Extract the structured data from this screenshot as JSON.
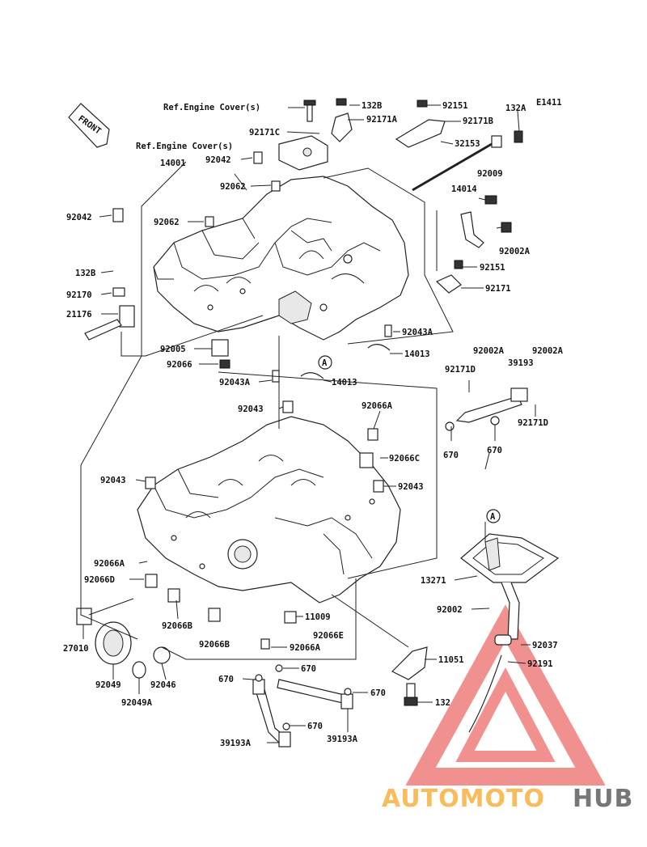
{
  "diagram": {
    "code": "E1411",
    "front_label": "FRONT",
    "ref_cover_1": "Ref.Engine Cover(s)",
    "ref_cover_2": "Ref.Engine Cover(s)",
    "callout_marker": "A",
    "labels": [
      {
        "id": "l_132b_top",
        "text": "132B"
      },
      {
        "id": "l_92151_top",
        "text": "92151"
      },
      {
        "id": "l_132a",
        "text": "132A"
      },
      {
        "id": "l_92171c",
        "text": "92171C"
      },
      {
        "id": "l_92171a",
        "text": "92171A"
      },
      {
        "id": "l_92171b",
        "text": "92171B"
      },
      {
        "id": "l_32153",
        "text": "32153"
      },
      {
        "id": "l_92042_a",
        "text": "92042"
      },
      {
        "id": "l_14001",
        "text": "14001"
      },
      {
        "id": "l_92062_a",
        "text": "92062"
      },
      {
        "id": "l_92009",
        "text": "92009"
      },
      {
        "id": "l_14014",
        "text": "14014"
      },
      {
        "id": "l_92042_b",
        "text": "92042"
      },
      {
        "id": "l_92062_b",
        "text": "92062"
      },
      {
        "id": "l_92002a_a",
        "text": "92002A"
      },
      {
        "id": "l_132b_left",
        "text": "132B"
      },
      {
        "id": "l_92151_mid",
        "text": "92151"
      },
      {
        "id": "l_92170",
        "text": "92170"
      },
      {
        "id": "l_92171",
        "text": "92171"
      },
      {
        "id": "l_21176",
        "text": "21176"
      },
      {
        "id": "l_92043a_a",
        "text": "92043A"
      },
      {
        "id": "l_92005",
        "text": "92005"
      },
      {
        "id": "l_14013_a",
        "text": "14013"
      },
      {
        "id": "l_92066",
        "text": "92066"
      },
      {
        "id": "l_92043a_b",
        "text": "92043A"
      },
      {
        "id": "l_14013_b",
        "text": "14013"
      },
      {
        "id": "l_92002a_b",
        "text": "92002A"
      },
      {
        "id": "l_92002a_c",
        "text": "92002A"
      },
      {
        "id": "l_92171d_a",
        "text": "92171D"
      },
      {
        "id": "l_39193",
        "text": "39193"
      },
      {
        "id": "l_92043_a",
        "text": "92043"
      },
      {
        "id": "l_92066a_a",
        "text": "92066A"
      },
      {
        "id": "l_92171d_b",
        "text": "92171D"
      },
      {
        "id": "l_670_a",
        "text": "670"
      },
      {
        "id": "l_670_b",
        "text": "670"
      },
      {
        "id": "l_92066c",
        "text": "92066C"
      },
      {
        "id": "l_92043_b",
        "text": "92043"
      },
      {
        "id": "l_92043_c",
        "text": "92043"
      },
      {
        "id": "l_92066a_b",
        "text": "92066A"
      },
      {
        "id": "l_13271",
        "text": "13271"
      },
      {
        "id": "l_92066d",
        "text": "92066D"
      },
      {
        "id": "l_92002",
        "text": "92002"
      },
      {
        "id": "l_11009",
        "text": "11009"
      },
      {
        "id": "l_92066b_a",
        "text": "92066B"
      },
      {
        "id": "l_92066e",
        "text": "92066E"
      },
      {
        "id": "l_27010",
        "text": "27010"
      },
      {
        "id": "l_92066b_b",
        "text": "92066B"
      },
      {
        "id": "l_92066a_c",
        "text": "92066A"
      },
      {
        "id": "l_92037",
        "text": "92037"
      },
      {
        "id": "l_11051",
        "text": "11051"
      },
      {
        "id": "l_92191",
        "text": "92191"
      },
      {
        "id": "l_92049",
        "text": "92049"
      },
      {
        "id": "l_92046",
        "text": "92046"
      },
      {
        "id": "l_670_c",
        "text": "670"
      },
      {
        "id": "l_670_d",
        "text": "670"
      },
      {
        "id": "l_670_e",
        "text": "670"
      },
      {
        "id": "l_92049a",
        "text": "92049A"
      },
      {
        "id": "l_132",
        "text": "132"
      },
      {
        "id": "l_670_f",
        "text": "670"
      },
      {
        "id": "l_39193a_a",
        "text": "39193A"
      },
      {
        "id": "l_39193a_b",
        "text": "39193A"
      }
    ]
  },
  "watermark": {
    "text_a": "AUTOMOTO",
    "text_b": "HUB",
    "color_a": "#f5a623",
    "color_b": "#555555",
    "logo_color": "#e53935"
  }
}
